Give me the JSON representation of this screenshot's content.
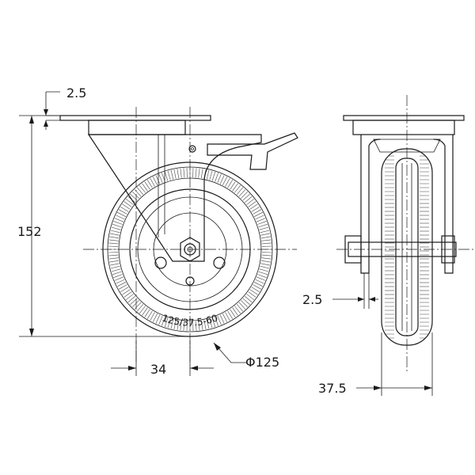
{
  "dimensions": {
    "plate_thickness": "2.5",
    "overall_height": "152",
    "offset": "34",
    "wheel_diameter": "Φ125",
    "axle_gap": "2.5",
    "wheel_width": "37.5"
  },
  "tire_marking": "125/37.5-60",
  "colors": {
    "line": "#1a1a1a",
    "background": "#ffffff"
  }
}
